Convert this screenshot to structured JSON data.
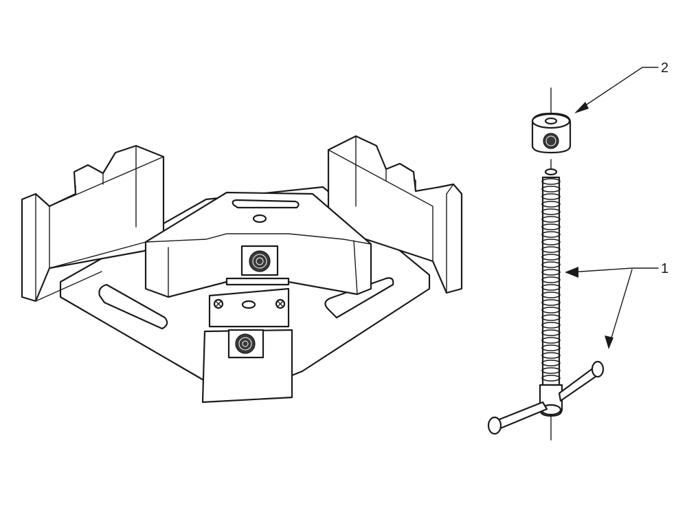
{
  "callouts": [
    {
      "number": "1",
      "part": "screw-handle-assembly"
    },
    {
      "number": "2",
      "part": "swivel-pad"
    }
  ],
  "colors": {
    "ink": "#1a1a1a",
    "paper": "#ffffff"
  }
}
